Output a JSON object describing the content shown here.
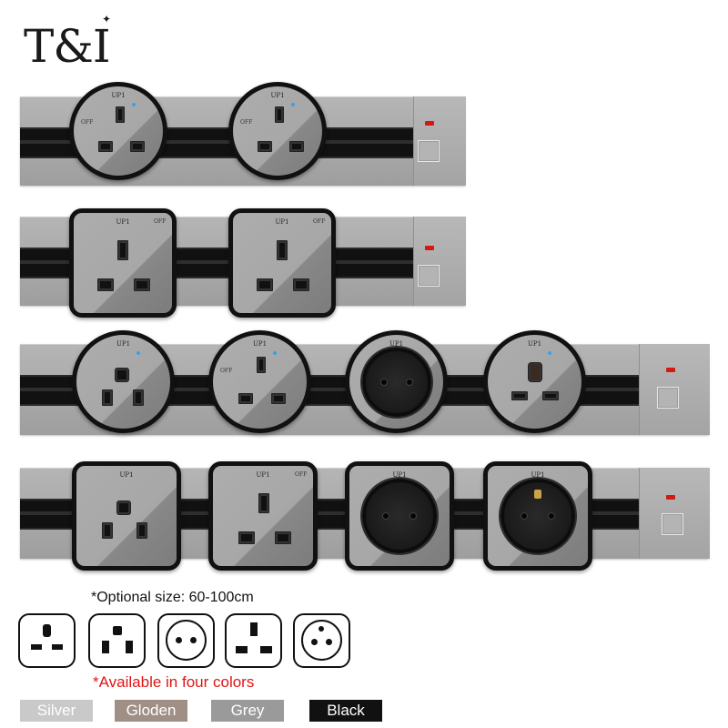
{
  "brand": {
    "logo_text": "T&I",
    "logo_spark": "✦"
  },
  "strips": [
    {
      "sockets": [
        "uk",
        "uk"
      ],
      "style": "round"
    },
    {
      "sockets": [
        "uk",
        "uk"
      ],
      "style": "square"
    },
    {
      "sockets": [
        "us",
        "uk",
        "eu",
        "universal"
      ],
      "style": "round"
    },
    {
      "sockets": [
        "us",
        "uk",
        "eu",
        "french"
      ],
      "style": "square"
    }
  ],
  "module_labels": {
    "up": "UP1",
    "off": "OFF"
  },
  "caption": "*Optional size: 60-100cm",
  "plug_types": [
    {
      "name": "universal",
      "icon": "universal-socket-icon"
    },
    {
      "name": "us",
      "icon": "us-socket-icon"
    },
    {
      "name": "eu",
      "icon": "eu-socket-icon"
    },
    {
      "name": "uk",
      "icon": "uk-socket-icon"
    },
    {
      "name": "french",
      "icon": "french-socket-icon"
    }
  ],
  "availability": "*Available in four colors",
  "colors": [
    {
      "label": "Silver",
      "hex": "#c9c9c9"
    },
    {
      "label": "Gloden",
      "hex": "#9f8f85"
    },
    {
      "label": "Grey",
      "hex": "#9a9a9a"
    },
    {
      "label": "Black",
      "hex": "#111111"
    }
  ],
  "accent": {
    "led": "#d11b12",
    "indicator": "#3aa0e8",
    "warning_text": "#e01616"
  }
}
